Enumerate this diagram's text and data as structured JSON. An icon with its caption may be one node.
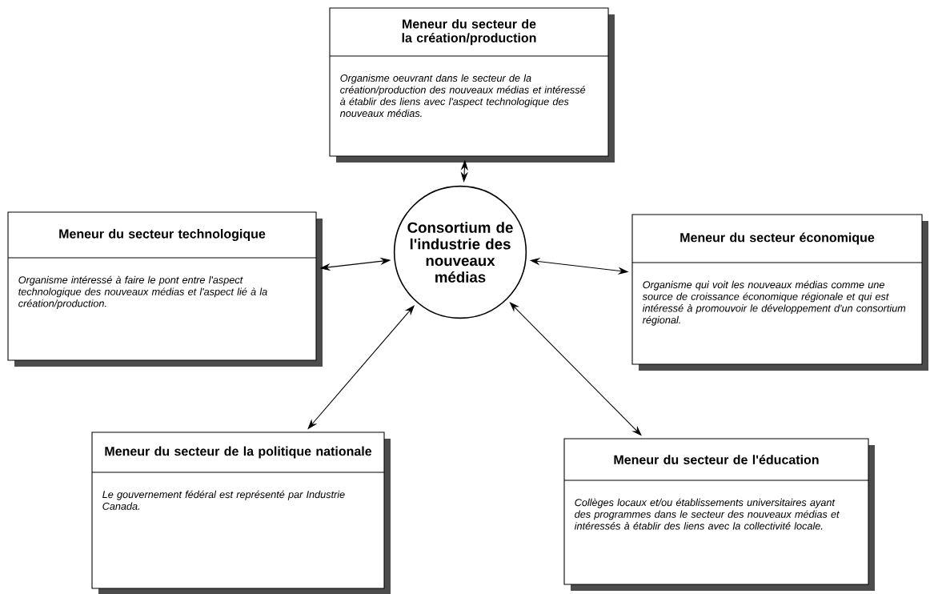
{
  "diagram": {
    "nodes": [
      {
        "text": [
          "Consortium de l'industrie des nouveaux médias"
        ]
      },
      {
        "text": [
          "Meneur du secteur de la création/production",
          "Organisme oeuvrant dans le secteur de la création/production des nouveaux médias et intéressé à établir des liens avec l'aspect technologique des nouveaux médias."
        ]
      },
      {
        "text": [
          "Meneur du secteur technologique",
          "Organisme intéressé à faire le pont entre l'aspect technologique des nouveaux médias et l'aspect lié à la création/production."
        ]
      },
      {
        "text": [
          "Meneur du secteur économique",
          "Organisme qui voit les nouveaux médias comme une source de croissance économique régionale et qui est intéressé à promouvoir le développement d'un consortium régional."
        ]
      },
      {
        "text": [
          "Meneur du secteur de la politique nationale",
          "Le gouvernement fédéral est représenté par Industrie Canada."
        ]
      },
      {
        "text": [
          "Meneur du secteur de l'éducation",
          "Collèges locaux et/ou établissements universitaires ayant des programmes dans le secteur des nouveaux médias et intéressés à établir des liens avec la collectivité locale."
        ]
      }
    ],
    "edges": [
      {
        "from": 0,
        "to": 1,
        "arrow": "both"
      },
      {
        "from": 0,
        "to": 2,
        "arrow": "both"
      },
      {
        "from": 0,
        "to": 3,
        "arrow": "both"
      },
      {
        "from": 0,
        "to": 4,
        "arrow": "both"
      },
      {
        "from": 0,
        "to": 5,
        "arrow": "both"
      }
    ]
  }
}
